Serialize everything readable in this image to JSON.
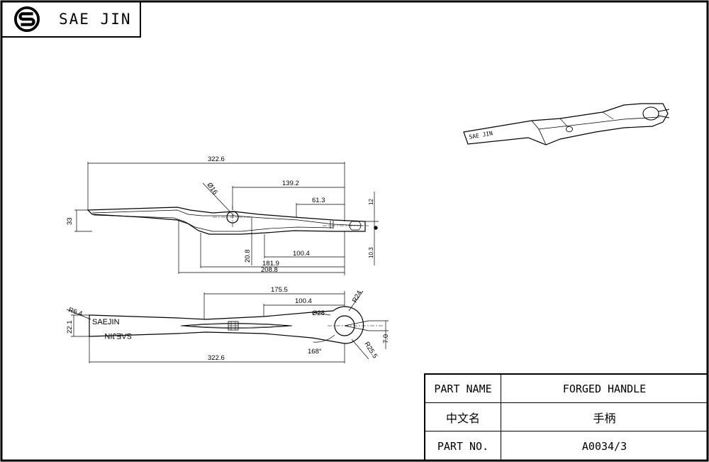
{
  "brand": {
    "name": "SAE JIN",
    "logo_icon": "sj-logo-icon"
  },
  "top_view": {
    "dims": {
      "overall_length": "322.6",
      "to_hole": "139.2",
      "slot_span": "61.3",
      "hole_dia": "Ø16",
      "height": "33",
      "offset": "20.8",
      "mid": "100.4",
      "span_1": "181.9",
      "span_2": "208.8",
      "upper": "12",
      "lower": "10.3"
    }
  },
  "side_view": {
    "engraving_1": "SAEJIN",
    "engraving_2": "SAEJIN",
    "dims": {
      "overall_length": "322.6",
      "web_length": "175.5",
      "web_short": "100.4",
      "tip_radius": "R6.4",
      "end_width": "22.1",
      "eye_radius": "R24",
      "eye_dia": "Ø28",
      "outer_radius": "R25.5",
      "gap": "7.0",
      "angle": "168°"
    }
  },
  "iso_view": {
    "engraving": "SAE JIN"
  },
  "title_block": {
    "part_name_label": "PART NAME",
    "part_name_value": "FORGED HANDLE",
    "zh_name_label": "中文名",
    "zh_name_value": "手柄",
    "part_no_label": "PART NO.",
    "part_no_value": "A0034/3"
  }
}
